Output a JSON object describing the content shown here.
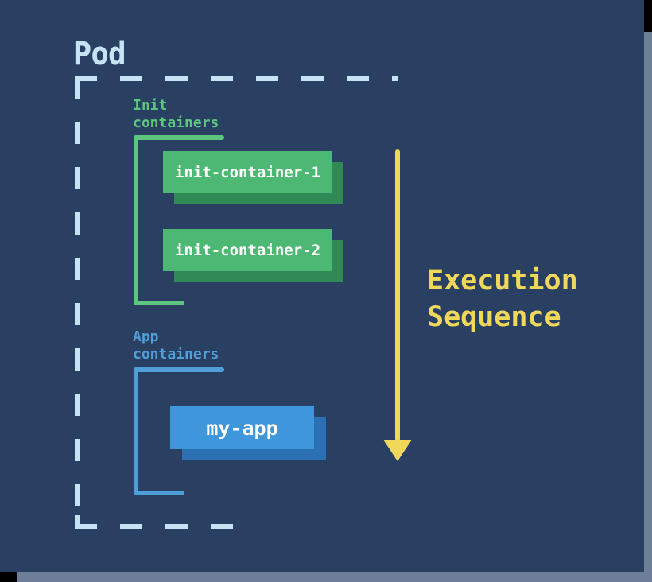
{
  "page": {
    "background_color": "#2A4063",
    "frame_color": "#C7E1F5",
    "edge_strip_color": "#6E7E98"
  },
  "pod": {
    "title": "Pod"
  },
  "init_group": {
    "label": "Init\ncontainers",
    "label_color": "#5CC57E",
    "box_color": "#4DB873",
    "box_shadow_color": "#2F8A56",
    "containers": [
      {
        "label": "init-container-1"
      },
      {
        "label": "init-container-2"
      }
    ]
  },
  "app_group": {
    "label": "App\ncontainers",
    "label_color": "#4F9FDB",
    "box_color": "#3E96DB",
    "box_shadow_color": "#2B70B2",
    "containers": [
      {
        "label": "my-app"
      }
    ]
  },
  "execution": {
    "label": "Execution\nSequence",
    "color": "#F0D95A",
    "direction": "down"
  }
}
